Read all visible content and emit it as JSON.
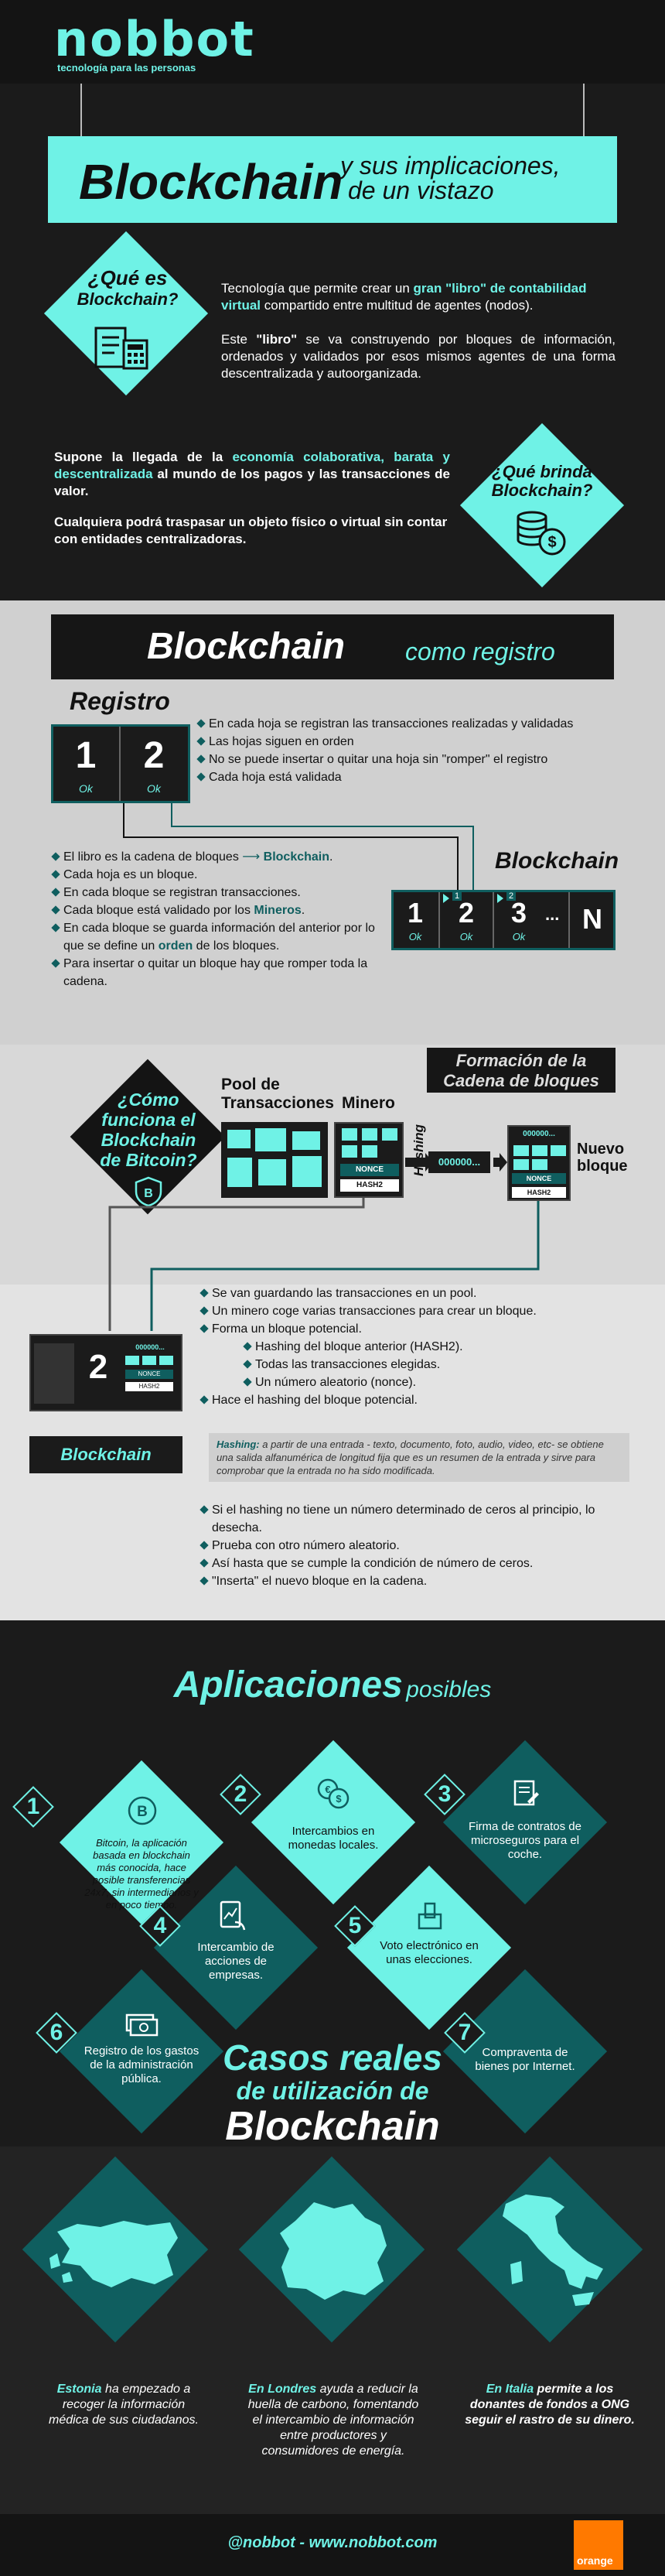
{
  "header": {
    "logo": "nobbot",
    "tagline": "tecnología para las personas"
  },
  "title": {
    "big": "Blockchain",
    "small_1": "y sus implicaciones,",
    "small_2": "de un vistazo"
  },
  "que_es": {
    "label_1": "¿Qué es",
    "label_2": "Blockchain?",
    "p1_a": "Tecnología que permite crear un ",
    "p1_b": "gran \"libro\" de contabilidad virtual",
    "p1_c": " compartido entre multitud de agentes (nodos).",
    "p2_a": "Este ",
    "p2_b": "\"libro\"",
    "p2_c": " se va construyendo por bloques de información, ordenados y validados por esos mismos agentes de una forma descentralizada y autoorganizada."
  },
  "que_brinda": {
    "label_1": "¿Qué brinda",
    "label_2": "Blockchain?",
    "p1_a": "Supone la llegada de la ",
    "p1_b": "economía colaborativa, barata y descentralizada",
    "p1_c": " al mundo de los pagos y las transacciones de valor.",
    "p2": "Cualquiera podrá traspasar un objeto físico o virtual sin contar con entidades centralizadoras."
  },
  "registro": {
    "heading_a": "Blockchain",
    "heading_b": "como registro",
    "registro_label": "Registro",
    "pages": [
      {
        "num": "1",
        "ok": "Ok"
      },
      {
        "num": "2",
        "ok": "Ok"
      }
    ],
    "bullets_top": [
      "En cada hoja se registran las transacciones realizadas y validadas",
      "Las hojas siguen en orden",
      "No se puede insertar o quitar una hoja sin \"romper\" el registro",
      "Cada hoja está validada"
    ],
    "blockchain_label": "Blockchain",
    "blocks": [
      {
        "num": "1",
        "ok": "Ok",
        "tag": ""
      },
      {
        "num": "2",
        "ok": "Ok",
        "tag": "1"
      },
      {
        "num": "3",
        "ok": "Ok",
        "tag": "2"
      },
      {
        "num": "N",
        "ok": "",
        "tag": ""
      }
    ],
    "dots": "...",
    "bullets_bottom": [
      {
        "a": "El libro es la cadena de bloques ",
        "arrow": "⟶ ",
        "b": "Blockchain",
        "c": "."
      },
      {
        "a": "Cada hoja es un bloque.",
        "arrow": "",
        "b": "",
        "c": ""
      },
      {
        "a": "En cada bloque se registran transacciones.",
        "arrow": "",
        "b": "",
        "c": ""
      },
      {
        "a": "Cada bloque está validado por los ",
        "arrow": "",
        "b": "Mineros",
        "c": "."
      },
      {
        "a": "En cada bloque se guarda información del anterior por lo que se define un ",
        "arrow": "",
        "b": "orden",
        "c": " de los bloques."
      },
      {
        "a": "Para insertar o quitar un bloque hay que romper toda la cadena.",
        "arrow": "",
        "b": "",
        "c": ""
      }
    ]
  },
  "bitcoin": {
    "diamond_1": "¿Cómo",
    "diamond_2": "funciona el",
    "diamond_3": "Blockchain",
    "diamond_4": "de Bitcoin?",
    "formacion_1": "Formación de la",
    "formacion_2": "Cadena de bloques",
    "pool_1": "Pool de",
    "pool_2": "Transacciones",
    "minero": "Minero",
    "hashing": "Hashing",
    "nonce": "NONCE",
    "hash2": "HASH2",
    "zeros": "000000...",
    "nuevo_1": "Nuevo",
    "nuevo_2": "bloque",
    "chain_num": "2",
    "chain_label": "Blockchain",
    "bullets_1": [
      {
        "t": "Se van guardando las transacciones en un pool.",
        "sub": false
      },
      {
        "t": "Un minero coge varias transacciones para crear un bloque.",
        "sub": false
      },
      {
        "t": "Forma un bloque potencial.",
        "sub": false
      },
      {
        "t": "Hashing del bloque anterior (HASH2).",
        "sub": true
      },
      {
        "t": "Todas las transacciones elegidas.",
        "sub": true
      },
      {
        "t": "Un número aleatorio (nonce).",
        "sub": true
      },
      {
        "t": "Hace el hashing del bloque potencial.",
        "sub": false
      }
    ],
    "note_a": "Hashing:",
    "note_b": " a partir de una entrada - texto, documento, foto, audio, video, etc- se obtiene una salida alfanumérica de longitud fija que es un resumen de la entrada y sirve para comprobar que la entrada no ha sido modificada.",
    "bullets_2": [
      "Si el hashing no tiene un número determinado de ceros al principio, lo desecha.",
      "Prueba con otro número aleatorio.",
      "Así hasta que se cumple la condición de número de ceros.",
      "\"Inserta\" el nuevo bloque en la cadena."
    ]
  },
  "apps": {
    "heading_a": "Aplicaciones",
    "heading_b": "posibles",
    "items": [
      {
        "num": "1",
        "text": "Bitcoin, la aplicación basada en blockchain más conocida, hace posible transferencias 24x7, sin intermediarios y en poco tiempo."
      },
      {
        "num": "2",
        "text": "Intercambios en monedas locales."
      },
      {
        "num": "3",
        "text": "Firma de contratos de microseguros para el coche."
      },
      {
        "num": "4",
        "text": "Intercambio de acciones de empresas."
      },
      {
        "num": "5",
        "text": "Voto electrónico en unas elecciones."
      },
      {
        "num": "6",
        "text": "Registro de los gastos de la administración pública."
      },
      {
        "num": "7",
        "text": "Compraventa de bienes por Internet."
      }
    ],
    "casos_1": "Casos reales",
    "casos_2": "de utilización de",
    "casos_3": "Blockchain"
  },
  "casos": [
    {
      "hl": "Estonia",
      "rest": " ha empezado a recoger la información médica de sus ciudadanos."
    },
    {
      "hl": "En Londres",
      "rest": " ayuda a reducir la huella de carbono, fomentando el intercambio de información entre productores y consumidores de energía."
    },
    {
      "hl": "En Italia",
      "rest": " permite a los donantes de fondos a ONG seguir el rastro de su dinero."
    }
  ],
  "footer": {
    "handle": "@nobbot - www.nobbot.com",
    "brand": "orange"
  },
  "colors": {
    "accent": "#6ff2e6",
    "dark_teal": "#0f5e5f",
    "orange": "#ff7900"
  }
}
